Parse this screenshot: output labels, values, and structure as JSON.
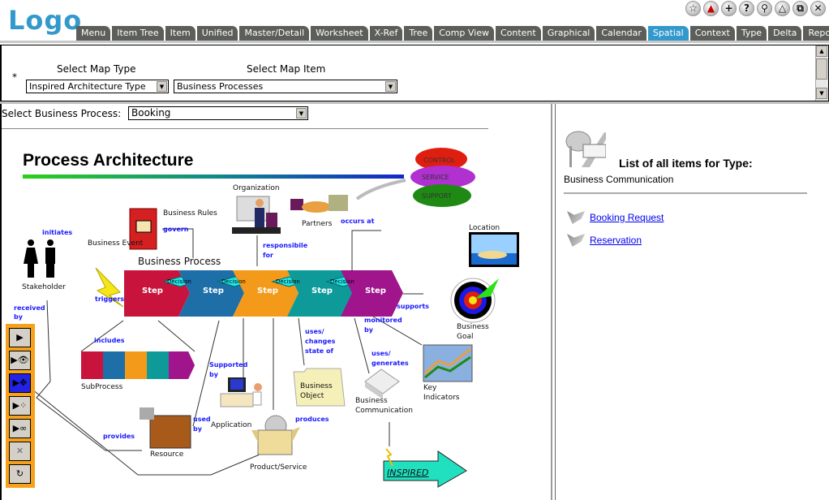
{
  "header": {
    "logo": "Logo",
    "toolbar_icons": [
      "favorites-icon",
      "map-icon",
      "add-icon",
      "help-icon",
      "search-key-icon",
      "alert-icon",
      "copy-icon",
      "close-icon"
    ],
    "tabs": [
      "Menu",
      "Item Tree",
      "Item",
      "Unified",
      "Master/Detail",
      "Worksheet",
      "X-Ref",
      "Tree",
      "Comp View",
      "Content",
      "Graphical",
      "Calendar",
      "Spatial",
      "Context",
      "Type",
      "Delta",
      "Report"
    ],
    "active_tab": "Spatial"
  },
  "top": {
    "asterisk": "*",
    "map_type_label": "Select Map Type",
    "map_type_value": "Inspired Architecture Type",
    "map_item_label": "Select Map Item",
    "map_item_value": "Business Processes"
  },
  "left": {
    "process_label": "Select Business Process:",
    "process_value": "Booking",
    "diagram": {
      "title": "Process Architecture",
      "business_process": "Business Process",
      "step": "Step",
      "decision": "Decision",
      "labels": [
        "Organization",
        "Business Rules",
        "govern",
        "Partners",
        "occurs at",
        "responsibile for",
        "initiates",
        "Business Event",
        "Stakeholder",
        "triggers",
        "received by",
        "Location",
        "supports",
        "Business Goal",
        "monitored by",
        "includes",
        "SubProcess",
        "uses/ changes state of",
        "uses/ generates",
        "Key Indicators",
        "Supported by",
        "Business Object",
        "Business Communication",
        "used by",
        "Application",
        "produces",
        "provides",
        "Resource",
        "Product/Service",
        "CONTROL",
        "SERVICE",
        "SUPPORT",
        "INSPIRED"
      ]
    }
  },
  "tools": [
    "select-tool",
    "view-tool",
    "move-tool",
    "link-tool",
    "chain-tool",
    "delete-tool",
    "refresh-tool"
  ],
  "right": {
    "heading": "List of all items for Type:",
    "type_name": "Business Communication",
    "items": [
      "Booking Request",
      "Reservation"
    ]
  },
  "colors": {
    "accent": "#3399cc",
    "tab": "#5c5e5a",
    "steps": [
      "#c8143c",
      "#1e6ea8",
      "#f39a1a",
      "#0f9a9a",
      "#a0148c"
    ]
  }
}
